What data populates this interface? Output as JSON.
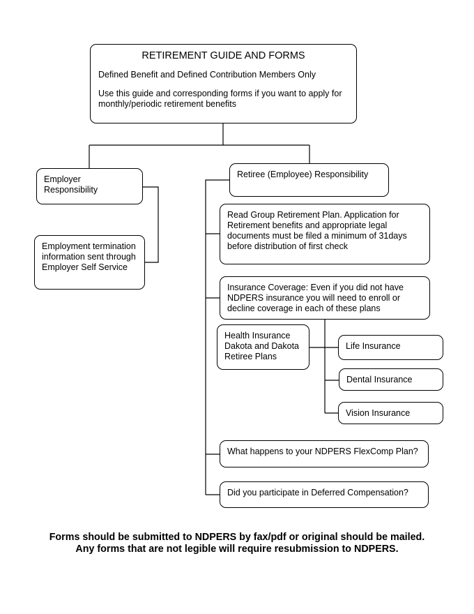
{
  "diagram": {
    "header": {
      "title": "RETIREMENT GUIDE AND FORMS",
      "subtitle": "Defined Benefit and Defined Contribution Members Only",
      "description": "Use this guide and corresponding forms if you want to apply for monthly/periodic retirement benefits"
    },
    "employer_responsibility": "Employer Responsibility",
    "employment_termination": "Employment termination information sent through Employer Self Service",
    "retiree_responsibility": "Retiree (Employee) Responsibility",
    "read_plan": "Read Group Retirement Plan.  Application for Retirement benefits and appropriate legal documents must be filed a minimum of 31days before distribution of first check",
    "insurance_coverage": "Insurance Coverage:  Even if you did not have NDPERS insurance you will need to enroll or decline coverage in each of these plans",
    "health_insurance": "Health Insurance Dakota and Dakota Retiree Plans",
    "life_insurance": "Life Insurance",
    "dental_insurance": "Dental Insurance",
    "vision_insurance": "Vision Insurance",
    "flexcomp": "What happens to your NDPERS FlexComp Plan?",
    "deferred_comp": "Did you participate in Deferred Compensation?"
  },
  "footer": {
    "line1": "Forms should be submitted to NDPERS by fax/pdf or original should be mailed.",
    "line2": "Any forms that are not legible will require resubmission to NDPERS."
  }
}
